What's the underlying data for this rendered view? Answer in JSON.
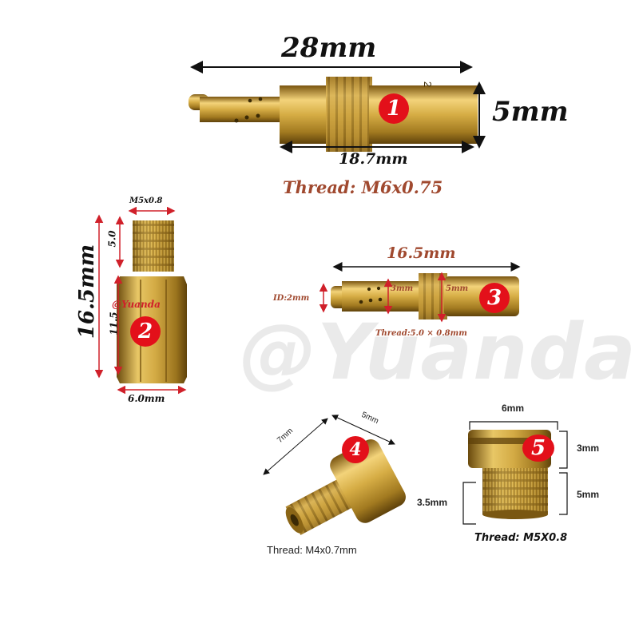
{
  "watermark": "@Yuanda",
  "colors": {
    "brass": "#c9a23a",
    "brass_dark": "#7d5a12",
    "badge": "#e3101a",
    "arrow": "#d0202a",
    "thread_label": "#a0492f"
  },
  "part1": {
    "badge": "1",
    "length": "28mm",
    "diameter": "5mm",
    "body_length": "18.7mm",
    "thread": "Thread: M6x0.75",
    "engraving": "2"
  },
  "part2": {
    "badge": "2",
    "thread": "M5x0.8",
    "length": "16.5mm",
    "top_length": "5.0",
    "body_length": "11.5",
    "width": "6.0mm",
    "mark": "@Yuanda"
  },
  "part3": {
    "badge": "3",
    "length": "16.5mm",
    "id": "ID:2mm",
    "inner_dia": "3mm",
    "outer_dia": "5mm",
    "thread": "Thread:5.0 × 0.8mm"
  },
  "part4": {
    "badge": "4",
    "length": "7mm",
    "diameter": "5mm",
    "thread": "Thread: M4x0.7mm"
  },
  "part5": {
    "badge": "5",
    "width": "6mm",
    "head": "3mm",
    "thread_length": "5mm",
    "shank": "3.5mm",
    "thread": "Thread: M5X0.8"
  }
}
